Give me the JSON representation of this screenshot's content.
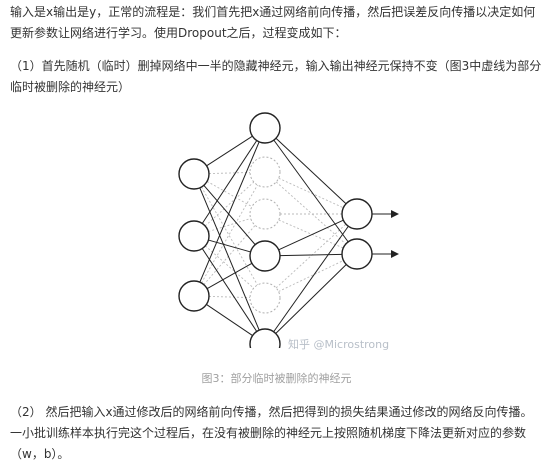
{
  "paragraphs": {
    "intro": "输入是x输出是y，正常的流程是：我们首先把x通过网络前向传播，然后把误差反向传播以决定如何更新参数让网络进行学习。使用Dropout之后，过程变成如下：",
    "step1": "（1）首先随机（临时）删掉网络中一半的隐藏神经元，输入输出神经元保持不变（图3中虚线为部分临时被删除的神经元）",
    "step2": "（2） 然后把输入x通过修改后的网络前向传播，然后把得到的损失结果通过修改的网络反向传播。一小批训练样本执行完这个过程后，在没有被删除的神经元上按照随机梯度下降法更新对应的参数（w，b）。"
  },
  "figure": {
    "watermark": "知乎 @Microstrong",
    "caption": "图3：部分临时被删除的神经元",
    "network": {
      "inputs": 3,
      "hidden_total": 6,
      "hidden_kept_indices": [
        0,
        3,
        5
      ],
      "outputs": 2
    },
    "colors": {
      "kept_stroke": "#222222",
      "dropped_stroke": "#b0b0b0",
      "edge_active": "#222222",
      "edge_dropped": "#bbbbbb"
    }
  }
}
